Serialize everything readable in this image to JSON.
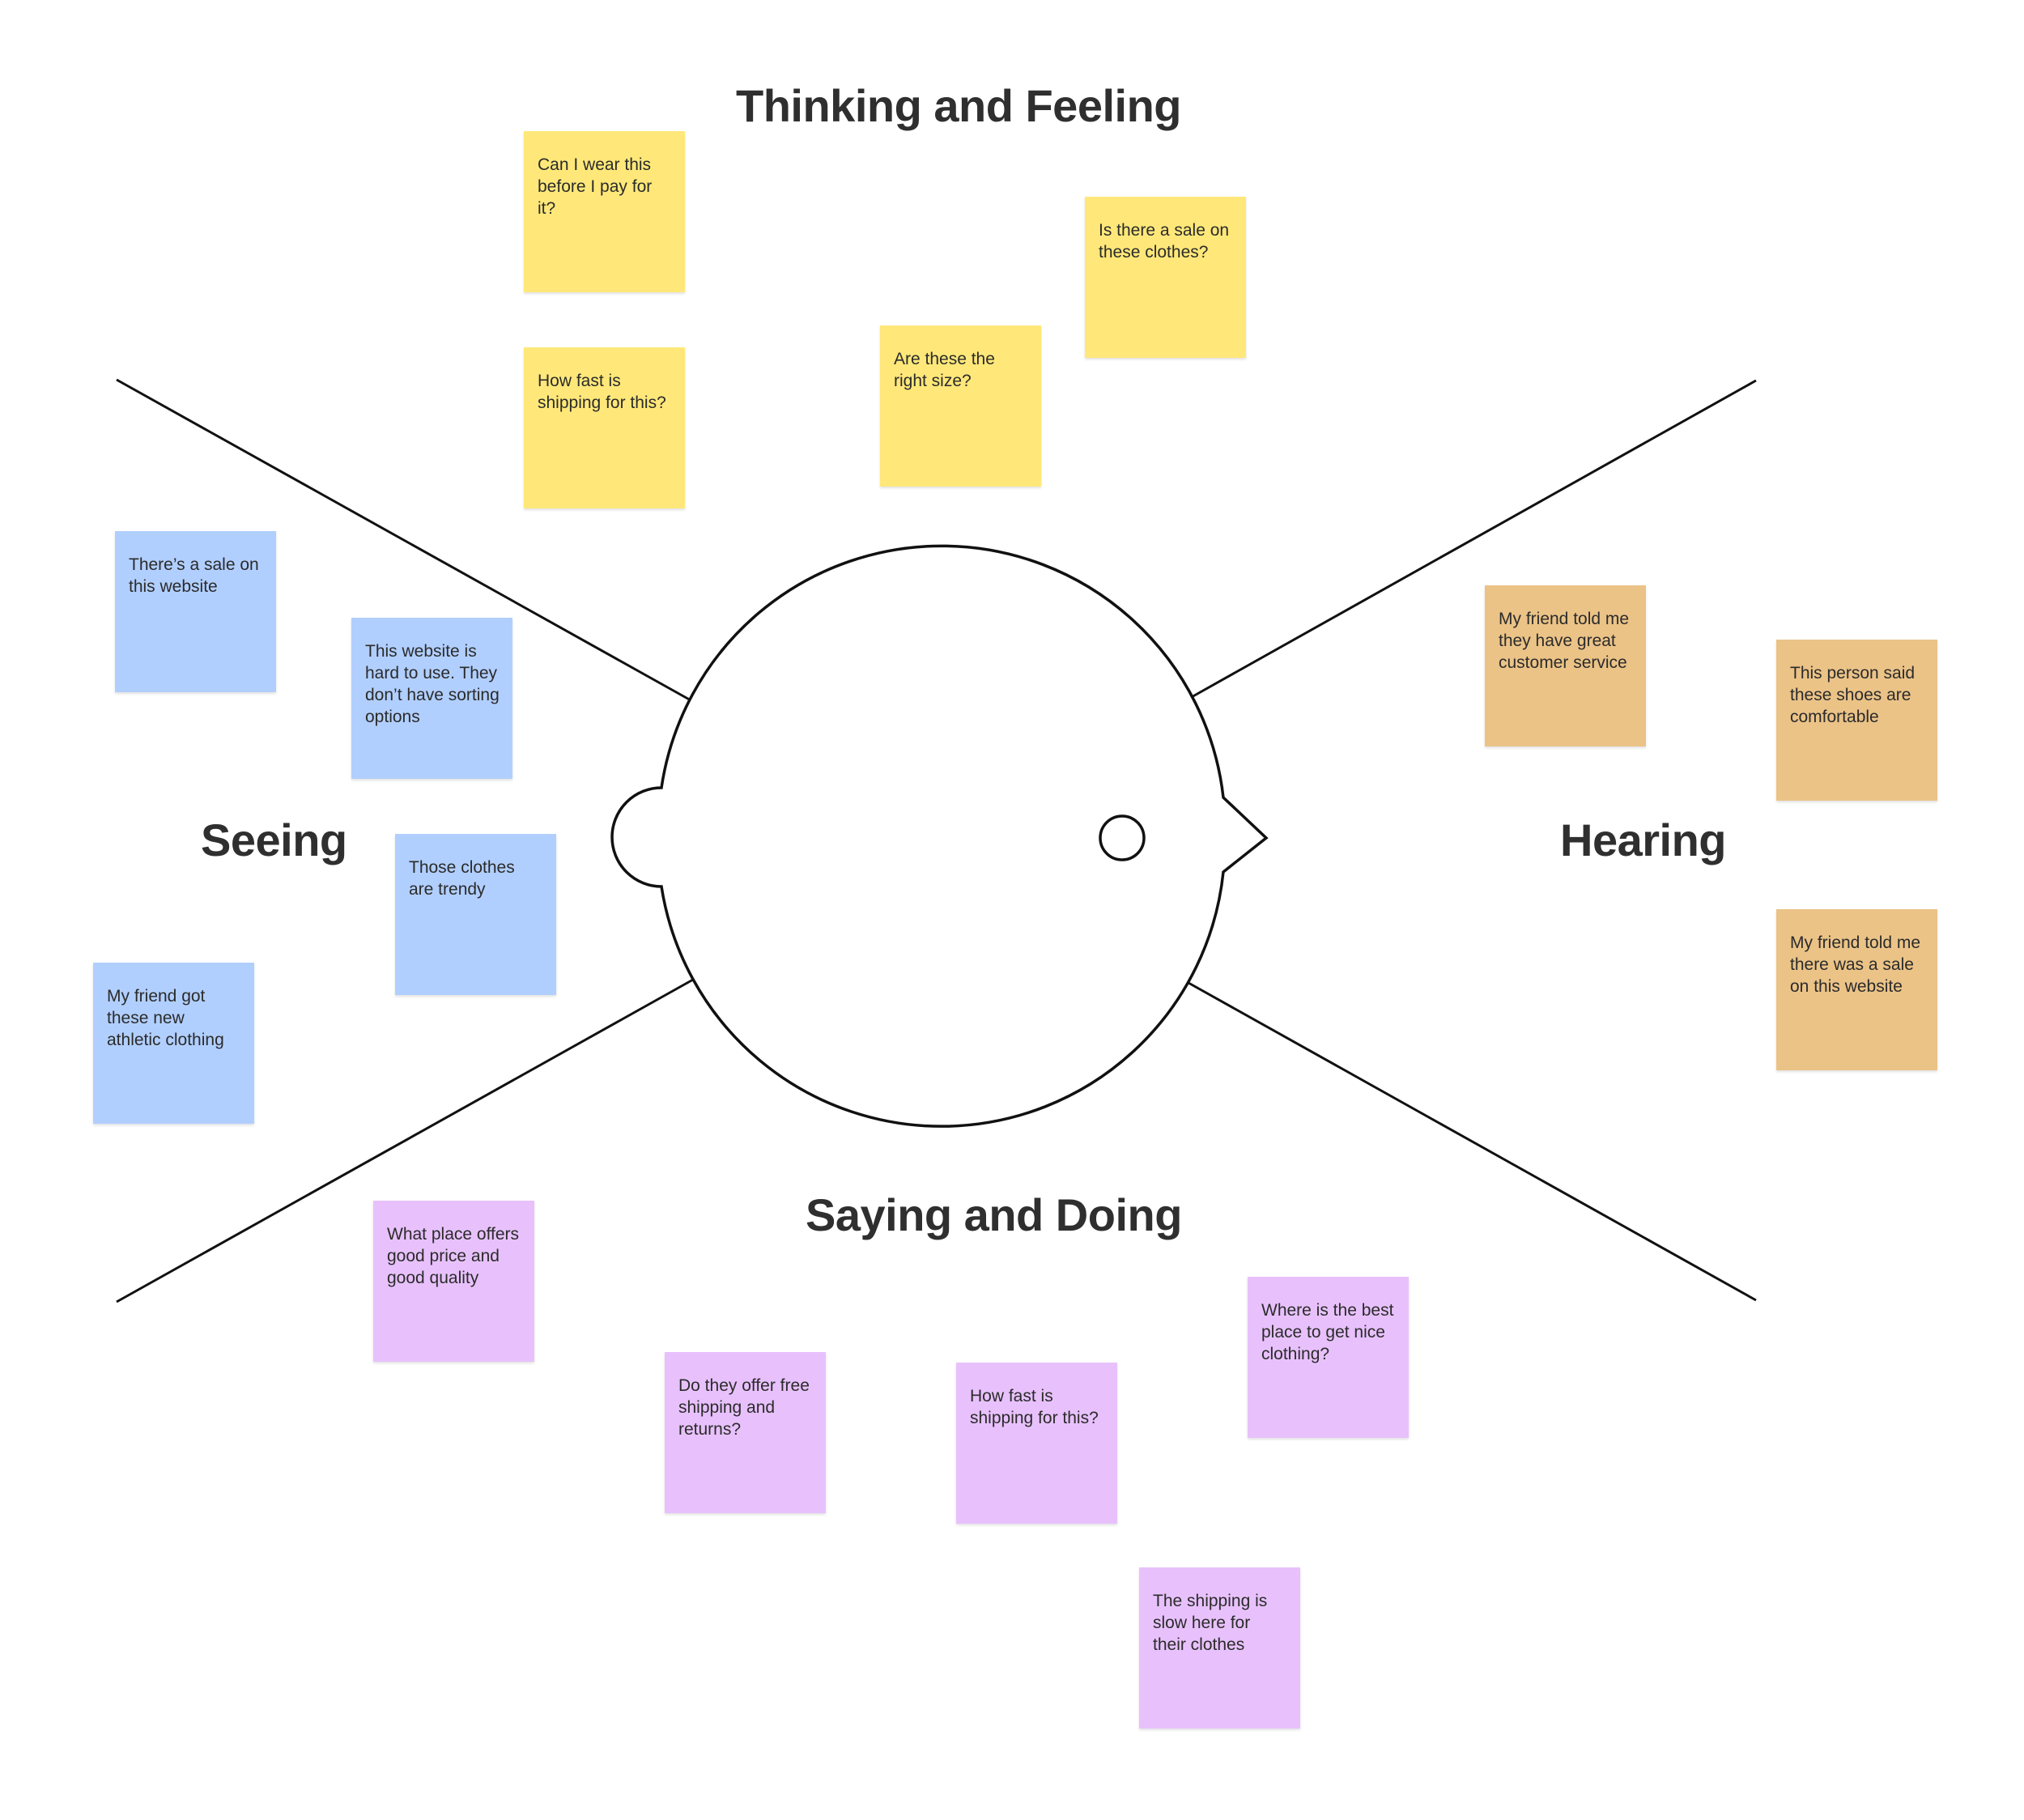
{
  "colors": {
    "thinking": "#ffe879",
    "seeing": "#b1cffe",
    "hearing": "#ebc387",
    "saying": "#e8c1fc",
    "stroke": "#111111",
    "title": "#2f2f2f"
  },
  "sections": {
    "thinking": "Thinking and Feeling",
    "seeing": "Seeing",
    "hearing": "Hearing",
    "saying": "Saying and Doing"
  },
  "notes": {
    "thinking": [
      "Can I wear this before I pay for it?",
      "How fast is shipping for this?",
      "Are these the right size?",
      "Is there a sale on these clothes?"
    ],
    "seeing": [
      "There’s a sale on this website",
      "This website is hard to use. They don’t have sorting options",
      "Those clothes are trendy",
      "My friend got these new athletic clothing"
    ],
    "hearing": [
      "My friend told me they have great customer service",
      "This person said these shoes are comfortable",
      "My friend told me there was a sale on this website"
    ],
    "saying": [
      "What place offers good price and good quality",
      "Do they offer free shipping and returns?",
      "How fast is shipping for this?",
      "Where is the best place to get nice clothing?",
      "The shipping is slow here for their clothes"
    ]
  }
}
